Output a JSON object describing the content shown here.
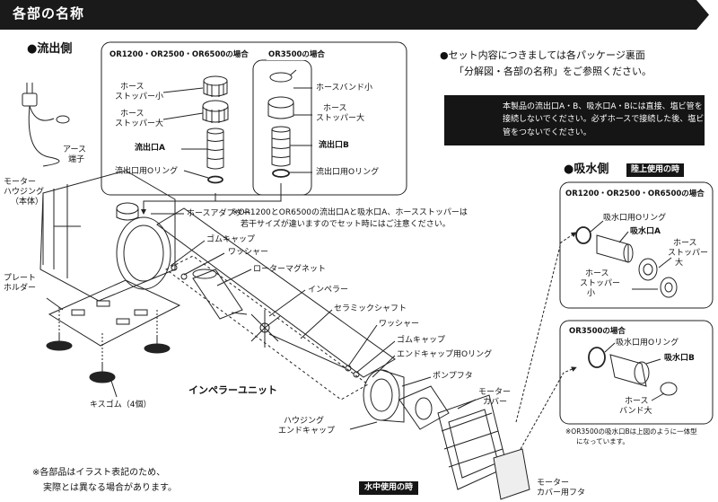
{
  "header": {
    "title": "各部の名称"
  },
  "outlet": {
    "heading": "●流出側",
    "panel_left_title": "OR1200・OR2500・OR6500の場合",
    "panel_right_title": "OR3500の場合",
    "left_labels": [
      "ホース",
      "ストッパー小",
      "ホース",
      "ストッパー大",
      "流出口A",
      "流出口用Oリング"
    ],
    "right_labels": [
      "ホースバンド小",
      "ホース",
      "ストッパー大",
      "流出口B",
      "流出口用Oリング"
    ]
  },
  "notes": {
    "package_line1": "●セット内容につきましては各パッケージ裏面",
    "package_line2": "「分解図・各部の名称」をご参照ください。",
    "warning": "本製品の流出口A・B、吸水口A・Bには直接、塩ビ管を接続しないでください。必ずホースで接続した後、塩ビ管をつないでください。",
    "size_note_line1": "※OR1200とOR6500の流出口Aと吸水口A、ホースストッパーは",
    "size_note_line2": "若干サイズが違いますのでセット時にはご注意ください。",
    "bottom_note_line1": "※各部品はイラスト表記のため、",
    "bottom_note_line2": "実際とは異なる場合があります。"
  },
  "parts": {
    "earth_terminal_1": "アース",
    "earth_terminal_2": "端子",
    "motor_housing_1": "モーター",
    "motor_housing_2": "ハウジング",
    "motor_housing_3": "（本体）",
    "plate_holder_1": "プレート",
    "plate_holder_2": "ホルダー",
    "kiss_rubber": "キスゴム（4個）",
    "hose_adapter": "ホースアダプター",
    "rubber_cap": "ゴムキャップ",
    "washer": "ワッシャー",
    "rotor_magnet": "ローターマグネット",
    "impeller": "インペラー",
    "ceramic_shaft": "セラミックシャフト",
    "washer_2": "ワッシャー",
    "rubber_cap_2": "ゴムキャップ",
    "endcap_oring": "エンドキャップ用Oリング",
    "pump_cover": "ポンプフタ",
    "motor_cover_1": "モーター",
    "motor_cover_2": "カバー",
    "housing_endcap_1": "ハウジング",
    "housing_endcap_2": "エンドキャップ",
    "impeller_unit": "インペラーユニット",
    "motor_cover_lid_1": "モーター",
    "motor_cover_lid_2": "カバー用フタ"
  },
  "intake": {
    "heading": "●吸水側",
    "badge_land": "陸上使用の時",
    "badge_water": "水中使用の時",
    "panel_a_title": "OR1200・OR2500・OR6500の場合",
    "panel_a_labels": [
      "吸水口用Oリング",
      "吸水口A",
      "ホース",
      "ストッパー",
      "大",
      "ホース",
      "ストッパー",
      "小"
    ],
    "panel_b_title": "OR3500の場合",
    "panel_b_labels": [
      "吸水口用Oリング",
      "吸水口B",
      "ホース",
      "バンド大"
    ],
    "note_line1": "※OR3500の吸水口Bは上図のように一体型",
    "note_line2": "になっています。"
  }
}
